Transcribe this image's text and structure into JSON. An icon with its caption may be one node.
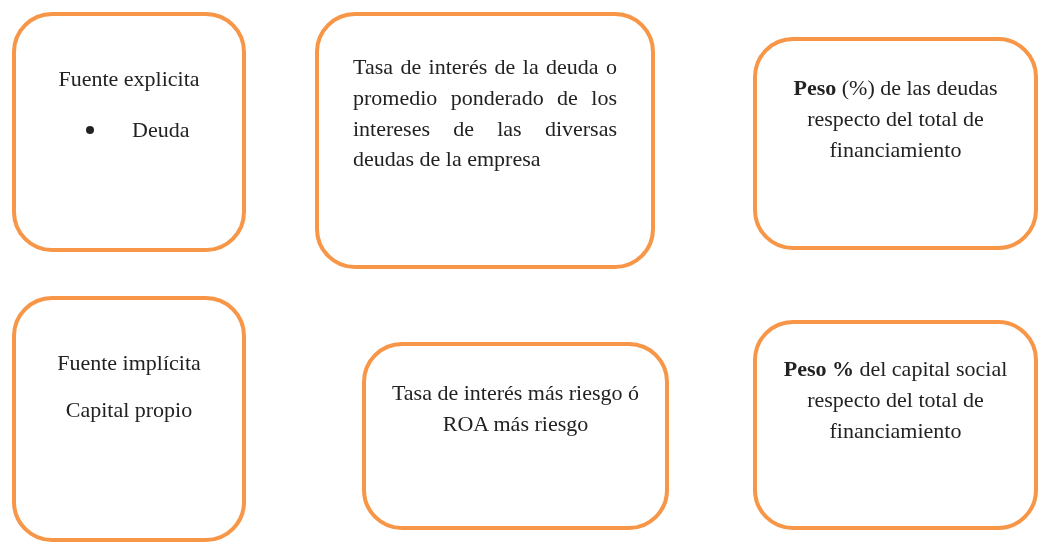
{
  "diagram": {
    "nodes": [
      {
        "text": [
          "Fuente explicita",
          "Deuda"
        ]
      },
      {
        "text": [
          "Tasa de interés de la deuda o promedio ponderado de los intereses de las diversas deudas de la empresa"
        ]
      },
      {
        "text": [
          "**Peso** (%) de las deudas respecto del total de financiamiento"
        ]
      },
      {
        "text": [
          "Fuente implícita",
          "Capital propio"
        ]
      },
      {
        "text": [
          "Tasa de interés más riesgo ó ROA más riesgo"
        ]
      },
      {
        "text": [
          "**Peso %** del capital social respecto del total de financiamiento"
        ]
      }
    ]
  }
}
